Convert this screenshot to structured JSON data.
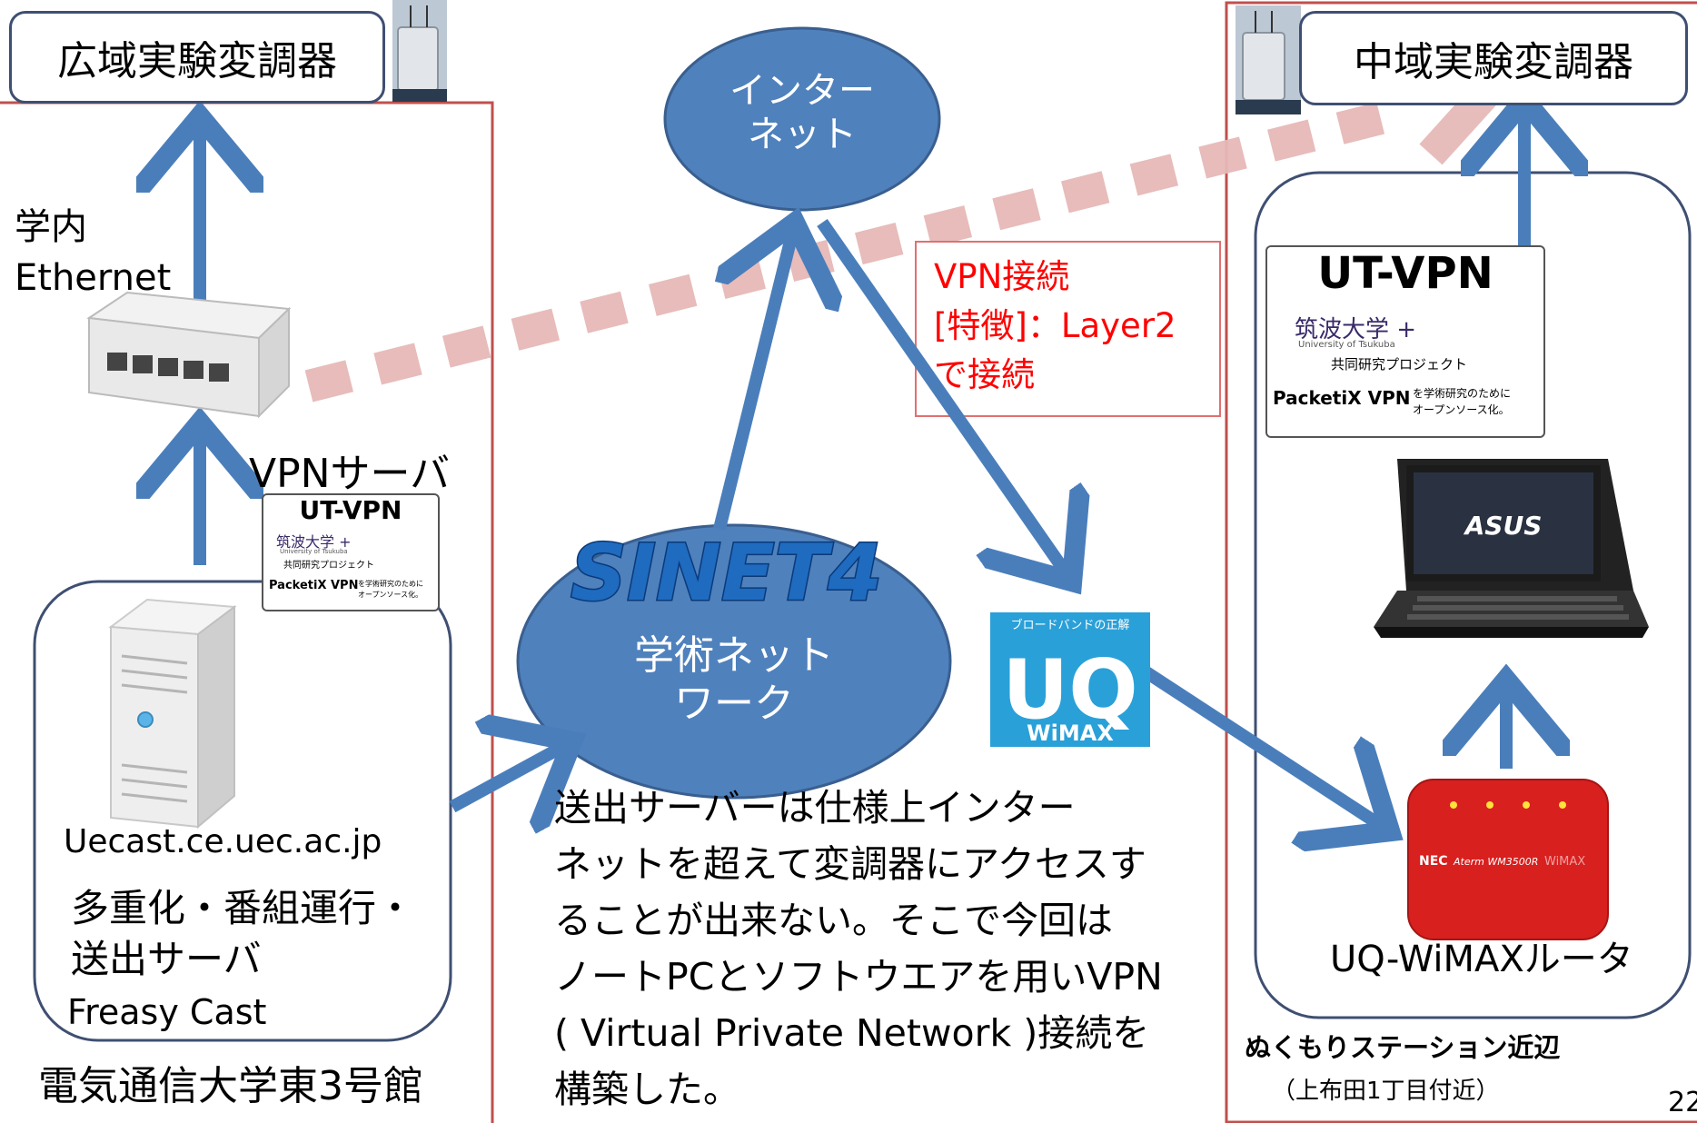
{
  "left_site": {
    "modulator_title": "広域実験変調器",
    "link_line1": "学内",
    "link_line2": "Ethernet",
    "vpn_server_label": "VPNサーバ",
    "hostname": "Uecast.ce.uec.ac.jp",
    "role_line1": "多重化・番組運行・",
    "role_line2": "送出サーバ",
    "software": "Freasy Cast",
    "building": "電気通信大学東3号館"
  },
  "center": {
    "internet_line1": "インター",
    "internet_line2": "ネット",
    "sinet_logo_text": "SINET4",
    "academic_line1": "学術ネット",
    "academic_line2": "ワーク",
    "uq_banner": "ブロードバンドの正解",
    "uq_big": "UQ",
    "uq_wimax": "WiMAX",
    "explanation": [
      "送出サーバーは仕様上インター",
      "ネットを超えて変調器にアクセスす",
      "ることが出来ない。そこで今回は",
      "ノートPCとソフトウエアを用いVPN",
      "( Virtual Private Network )接続を",
      "構築した。"
    ]
  },
  "vpn_note": {
    "line1": "VPN接続",
    "line2": "[特徴]：Layer2",
    "line3": "で接続"
  },
  "right_site": {
    "modulator_title": "中域実験変調器",
    "router_label": "UQ-WiMAXルータ",
    "station": "ぬくもりステーション近辺",
    "station_sub": "（上布田1丁目付近）"
  },
  "utvpn_logo": {
    "title": "UT-VPN",
    "univ": "筑波大学 +",
    "univ_en": "University of Tsukuba",
    "project": "共同研究プロジェクト",
    "packetix": "PacketiX VPN",
    "oss_line1": "を学術研究のために",
    "oss_line2": "オープンソース化。"
  },
  "device_text": {
    "laptop_brand": "ASUS",
    "router_brand": "NEC",
    "router_model": "Aterm WM3500R",
    "router_wimax": "WiMAX"
  },
  "page_number": "22",
  "colors": {
    "arrow_blue": "#4a7ebb",
    "ellipse_fill": "#4f81bd",
    "ellipse_stroke": "#3a5f8f",
    "frame_red": "#c0504d",
    "vpn_dash": "#e6b9b8",
    "note_red": "#ff0000"
  }
}
